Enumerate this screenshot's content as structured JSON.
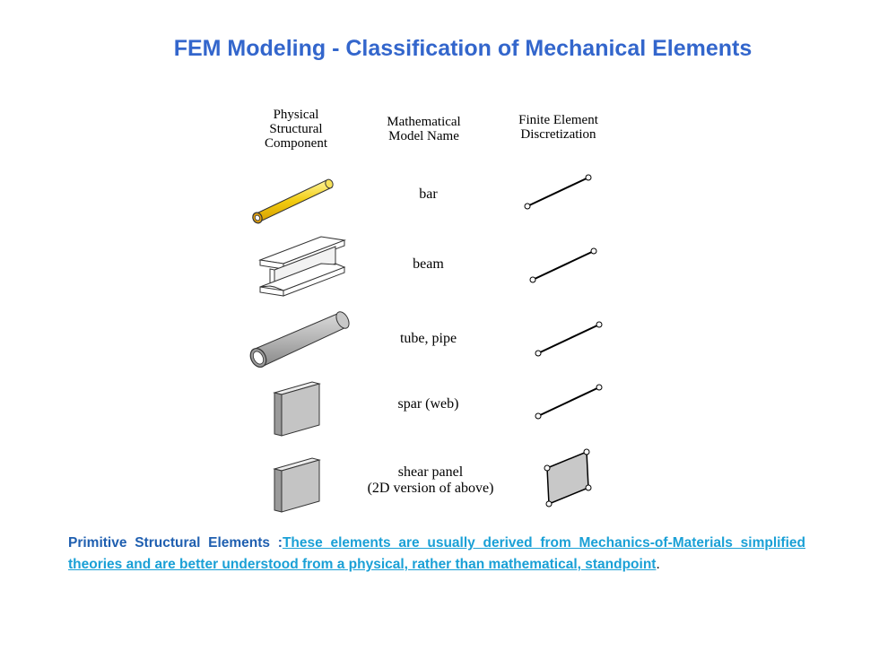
{
  "title": "FEM Modeling - Classification of Mechanical Elements",
  "headers": {
    "physical": [
      "Physical",
      "Structural",
      "Component"
    ],
    "math": [
      "Mathematical",
      "Model Name"
    ],
    "fe": [
      "Finite Element",
      "Discretization"
    ]
  },
  "rows": [
    {
      "name": [
        "bar"
      ],
      "component_icon": "yellow-rod-icon",
      "discretization_icon": "line-element-icon"
    },
    {
      "name": [
        "beam"
      ],
      "component_icon": "i-beam-icon",
      "discretization_icon": "line-element-icon"
    },
    {
      "name": [
        "tube, pipe"
      ],
      "component_icon": "pipe-icon",
      "discretization_icon": "line-element-icon"
    },
    {
      "name": [
        "spar (web)"
      ],
      "component_icon": "plate-icon",
      "discretization_icon": "line-element-icon"
    },
    {
      "name": [
        "shear panel",
        "(2D version of above)"
      ],
      "component_icon": "plate-icon",
      "discretization_icon": "quad-panel-icon"
    }
  ],
  "paragraph": {
    "lead": "Primitive Structural Elements",
    "separator": " :",
    "link_text": "These elements are usually derived from Mechanics-of-Materials simplified theories and are better understood from a physical, rather than mathematical, standpoint",
    "end": "."
  },
  "colors": {
    "title": "#3366cc",
    "lead": "#1f5fb0",
    "link": "#1aa0d6",
    "bar": "#f5d020",
    "panel_fill": "#c8c8c8"
  }
}
